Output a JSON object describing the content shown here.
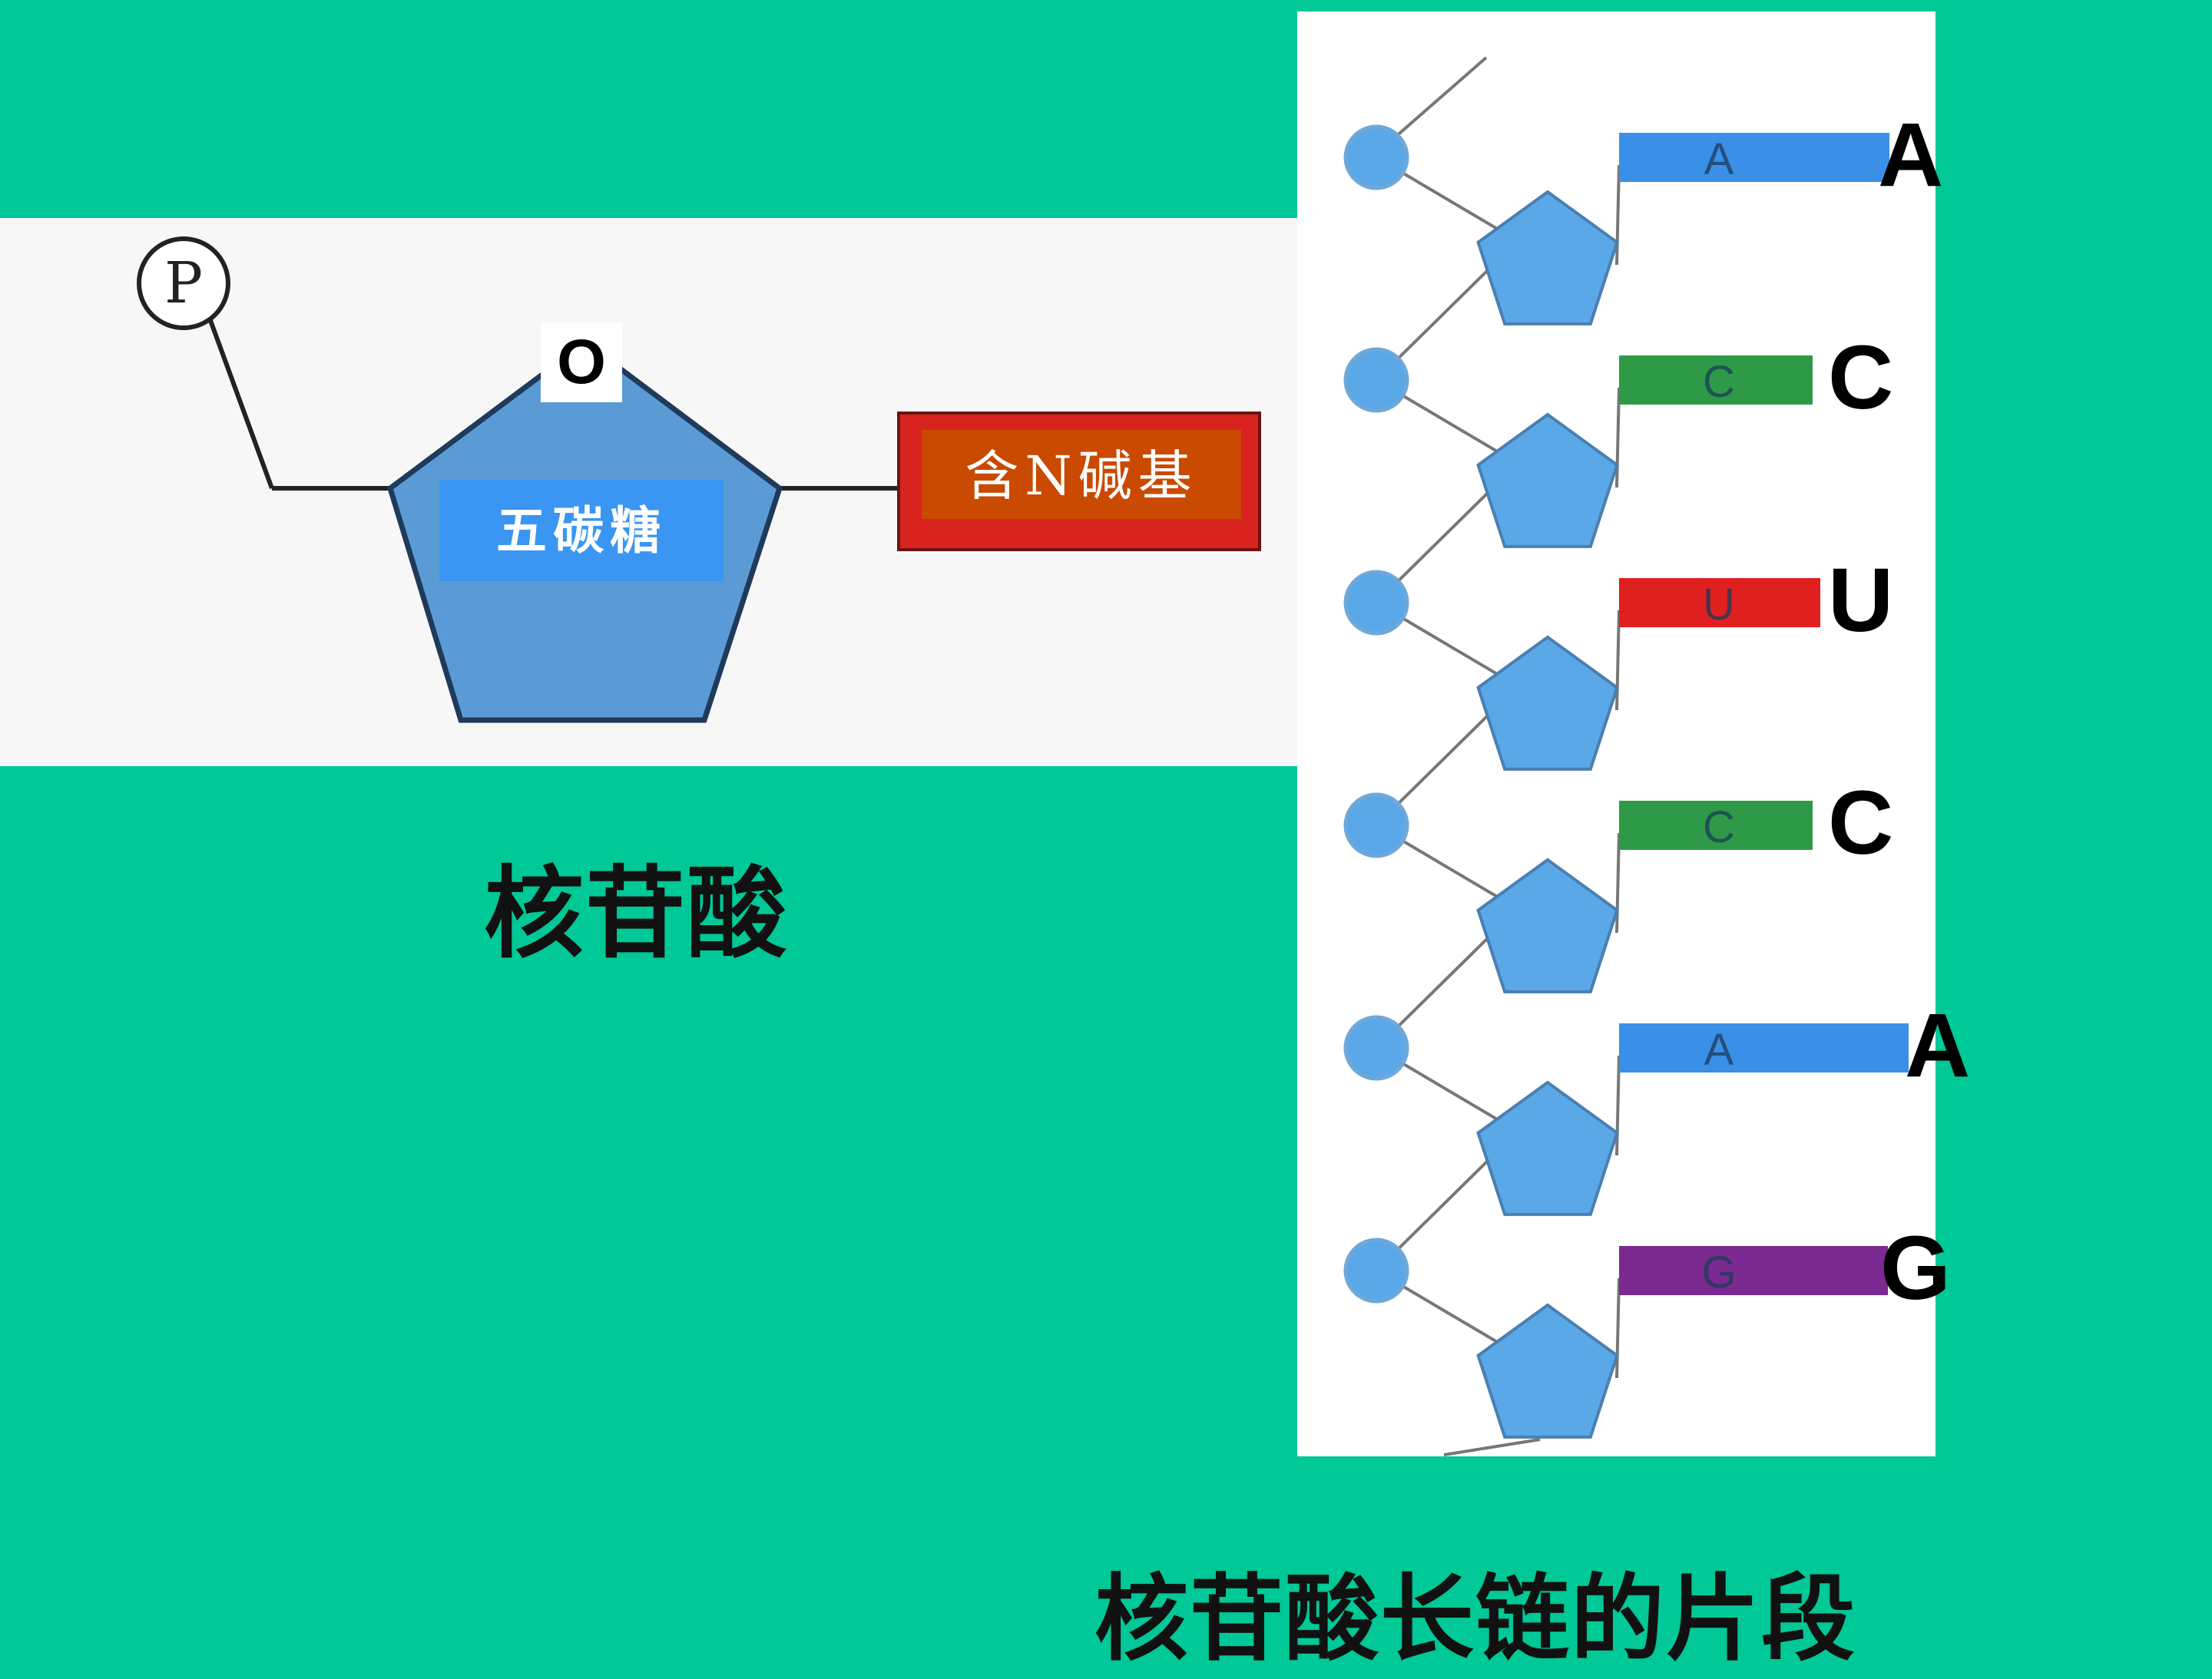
{
  "nucleotide": {
    "phosphate_label": "P",
    "oxygen_label": "O",
    "sugar_label": "五碳糖",
    "base_label": "含N碱基",
    "caption": "核苷酸"
  },
  "chain": {
    "caption": "核苷酸长链的片段",
    "bases": [
      {
        "small": "A",
        "big": "A",
        "color": "#3A90E6"
      },
      {
        "small": "C",
        "big": "C",
        "color": "#2E9A47"
      },
      {
        "small": "U",
        "big": "U",
        "color": "#E0201E"
      },
      {
        "small": "C",
        "big": "C",
        "color": "#2E9A47"
      },
      {
        "small": "A",
        "big": "A",
        "color": "#3A90E6"
      },
      {
        "small": "G",
        "big": "G",
        "color": "#7A2A90"
      }
    ]
  },
  "colors": {
    "background": "#00C896",
    "sugar": "#5B9BD5",
    "chain_sugar": "#5AA8E8"
  }
}
